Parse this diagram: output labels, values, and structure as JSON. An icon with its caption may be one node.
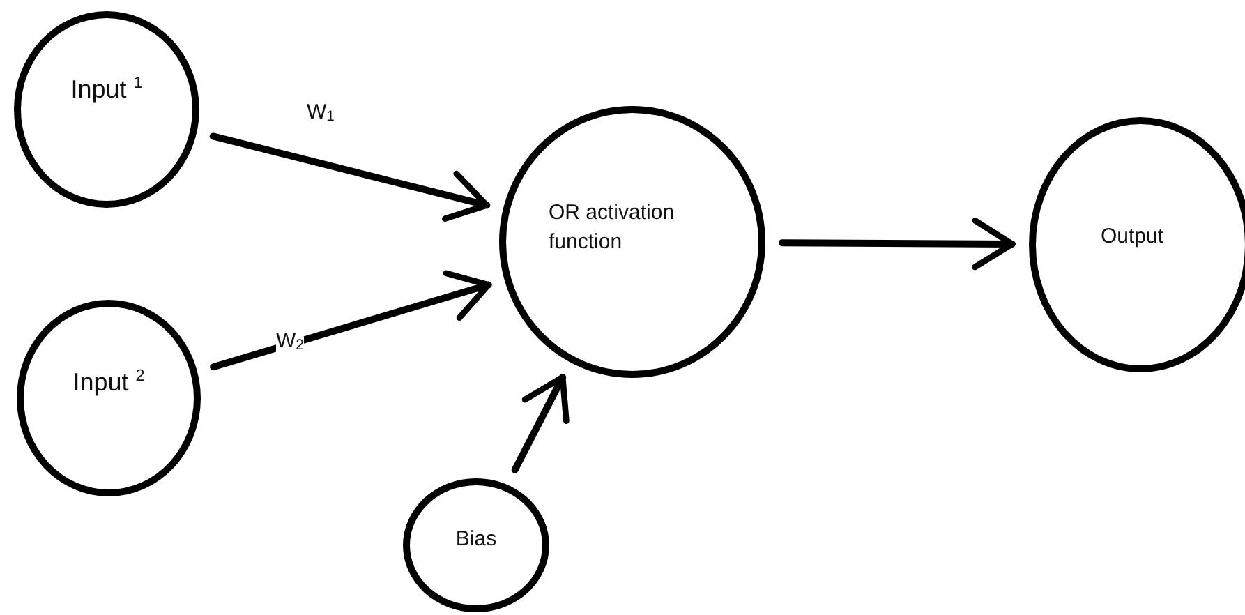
{
  "diagram": {
    "nodes": [
      {
        "text": [
          "Input $^{1}$"
        ]
      },
      {
        "text": [
          "Input $^{2}$"
        ]
      },
      {
        "text": [
          "OR activation function"
        ]
      },
      {
        "text": [
          "Output"
        ]
      },
      {
        "text": [
          "Bias"
        ]
      }
    ],
    "edges": [
      {
        "from": 0,
        "to": 2,
        "arrow": "to",
        "label": "W$_{1}$"
      },
      {
        "from": 1,
        "to": 2,
        "arrow": "to",
        "label": "W$_{2}$"
      },
      {
        "from": 4,
        "to": 2,
        "arrow": "to"
      },
      {
        "from": 2,
        "to": 3,
        "arrow": "to"
      }
    ]
  }
}
